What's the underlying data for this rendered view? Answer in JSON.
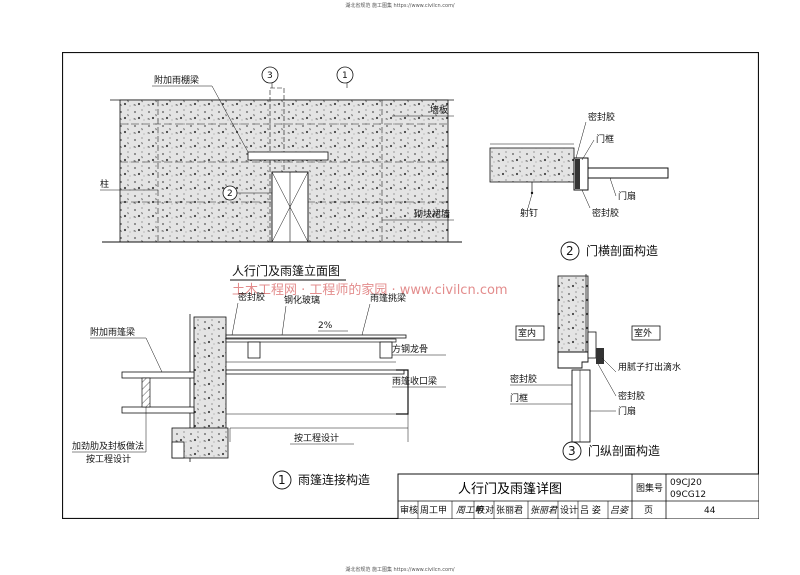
{
  "header_note": "湖北省规范 施工图集 https://www.civilcn.com/",
  "footer_note": "湖北省规范 施工图集 https://www.civilcn.com/",
  "watermark": "土木工程网 · 工程师的家园 · www.civilcn.com",
  "elevation": {
    "title": "人行门及雨篷立面图",
    "labels": {
      "beam": "附加雨棚梁",
      "wall_panel": "墙板",
      "column": "柱",
      "masonry": "砌块裙墙"
    },
    "markers": {
      "top_left": "3",
      "top_right": "1",
      "door": "2"
    }
  },
  "detail1": {
    "number": "1",
    "title": "雨篷连接构造",
    "labels": {
      "sealant": "密封胶",
      "glass": "钢化玻璃",
      "canopy": "雨篷挑梁",
      "slope": "2%",
      "square_tube": "方钢龙骨",
      "edge_beam": "雨篷收口梁",
      "extra_beam": "附加雨篷梁",
      "per_design": "按工程设计",
      "stiffener": "加劲肋及封板做法",
      "per_design2": "按工程设计"
    }
  },
  "detail2": {
    "number": "2",
    "title": "门横剖面构造",
    "labels": {
      "sealant_top": "密封胶",
      "frame": "门框",
      "leaf": "门扇",
      "nail": "射钉",
      "sealant_bottom": "密封胶"
    }
  },
  "detail3": {
    "number": "3",
    "title": "门纵剖面构造",
    "labels": {
      "indoor": "室内",
      "outdoor": "室外",
      "sealant1": "密封胶",
      "drip": "用腻子打出滴水",
      "sealant2": "密封胶",
      "frame": "门框",
      "leaf": "门扇"
    }
  },
  "title_block": {
    "title": "人行门及雨篷详图",
    "atlas_label": "图集号",
    "atlas_no1": "09CJ20",
    "atlas_no2": "09CG12",
    "page_label": "页",
    "page_no": "44",
    "review_label": "审核",
    "reviewer": "周工甲",
    "reviewer_sig": "周工甲",
    "check_label": "校对",
    "checker": "张丽君",
    "checker_sig": "张丽君",
    "design_label": "设计",
    "designer": "吕 姿",
    "designer_sig": "吕姿"
  }
}
